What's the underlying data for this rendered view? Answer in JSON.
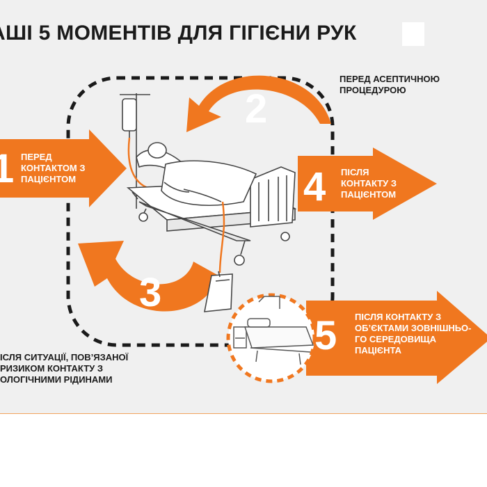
{
  "title": "АШІ 5 МОМЕНТІВ ДЛЯ ГІГІЄНИ РУК",
  "moments": [
    {
      "number": "1",
      "label": "ПЕРЕД\nКОНТАКТОМ З\nПАЦІЄНТОМ"
    },
    {
      "number": "2",
      "label": "ПЕРЕД АСЕПТИЧНОЮ\nПРОЦЕДУРОЮ"
    },
    {
      "number": "3",
      "label": "ІСЛЯ СИТУАЦІЇ, ПОВ’ЯЗАНОЇ\nРИЗИКОМ КОНТАКТУ З\nОЛОГІЧНИМИ РІДИНАМИ"
    },
    {
      "number": "4",
      "label": "ПІСЛЯ\nКОНТАКТУ З\nПАЦІЄНТОМ"
    },
    {
      "number": "5",
      "label": "ПІСЛЯ КОНТАКТУ З\nОБ’ЄКТАМИ ЗОВНІШНЬО-\nГО СЕРЕДОВИЩА\nПАЦІЄНТА"
    }
  ],
  "colors": {
    "accent": "#f0771f",
    "text": "#1a1a1a",
    "background": "#f0f0f0",
    "dashed_zone": "#1a1a1a",
    "dashed_circle": "#f0771f"
  },
  "icons": [
    "hospital-bed-icon",
    "patient-icon",
    "iv-drip-icon",
    "urine-bag-icon",
    "bedside-table-icon"
  ]
}
